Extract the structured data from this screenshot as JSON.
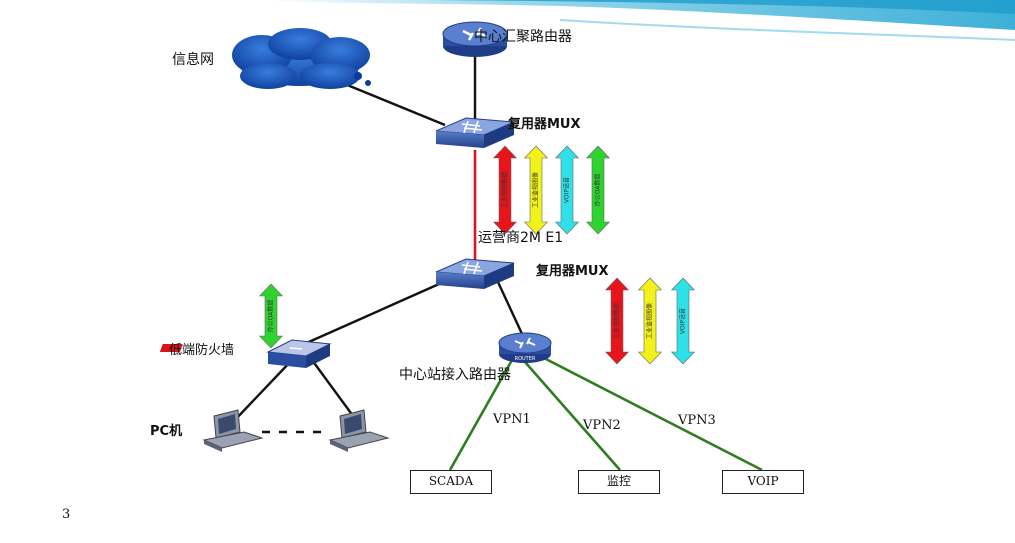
{
  "slide": {
    "page_number": "3",
    "colors": {
      "banner": "#3bb3d8",
      "line": "#111111",
      "e1_link": "#d9141a",
      "vpn_link": "#2e7d1f"
    }
  },
  "nodes": {
    "top_router": {
      "label": "中心汇聚路由器",
      "icon": "router-icon"
    },
    "info_net": {
      "label": "信息网",
      "icon": "cloud-icon"
    },
    "mux_top": {
      "label": "复用器MUX",
      "icon": "multiplexer-icon"
    },
    "carrier_link": {
      "label": "运营商2M E1"
    },
    "mux_bottom": {
      "label": "复用器MUX",
      "icon": "multiplexer-icon"
    },
    "firewall": {
      "label": "低端防火墙",
      "icon": "firewall-icon"
    },
    "access_router": {
      "label": "中心站接入路由器",
      "icon": "router-icon",
      "badge": "ROUTER"
    },
    "pc": {
      "label": "PC机",
      "icon": "pc-icon"
    }
  },
  "vpn_links": [
    {
      "label": "VPN1"
    },
    {
      "label": "VPN2"
    },
    {
      "label": "VPN3"
    }
  ],
  "endpoints": [
    {
      "label": "SCADA"
    },
    {
      "label": "监控"
    },
    {
      "label": "VOIP"
    }
  ],
  "arrows_top": [
    {
      "text": "工业控制数据",
      "color": "#e8141b"
    },
    {
      "text": "工业监视图像",
      "color": "#f2f21a"
    },
    {
      "text": "VOIP话音",
      "color": "#2ee0e8"
    },
    {
      "text": "办公OA数据",
      "color": "#2fd32f"
    }
  ],
  "arrows_bottom": [
    {
      "text": "工业控制数据",
      "color": "#e8141b"
    },
    {
      "text": "工业监视图像",
      "color": "#f2f21a"
    },
    {
      "text": "VOIP话音",
      "color": "#2ee0e8"
    }
  ],
  "arrow_firewall": {
    "text": "办公OA数据",
    "color": "#2fd32f"
  }
}
